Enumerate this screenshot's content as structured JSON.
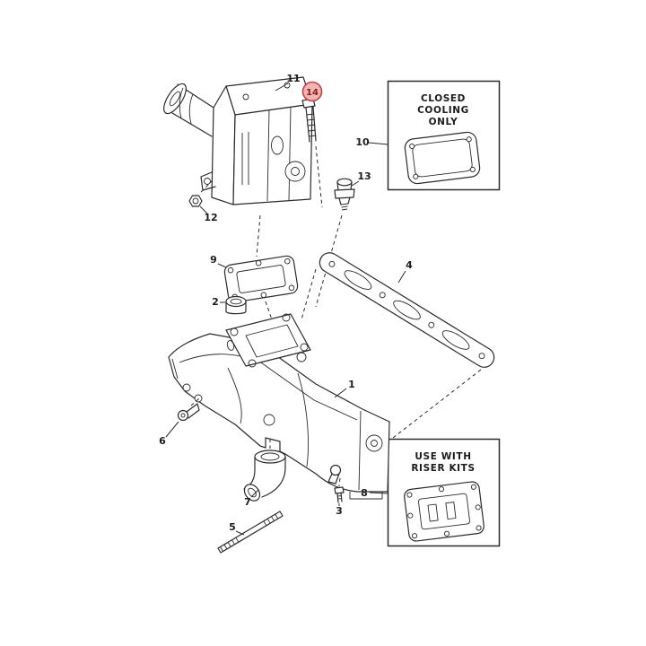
{
  "diagram": {
    "type": "exploded-parts-diagram",
    "background_color": "#ffffff",
    "line_color": "#2b2b2b",
    "highlight": {
      "fill": "#f3b4b4",
      "stroke": "#c24040",
      "text_color": "#8a1c1c"
    },
    "highlighted_callout": "14",
    "callouts": {
      "c1": "1",
      "c2": "2",
      "c3": "3",
      "c4": "4",
      "c5": "5",
      "c6": "6",
      "c7": "7",
      "c8": "8",
      "c9": "9",
      "c10": "10",
      "c11": "11",
      "c12": "12",
      "c13": "13",
      "c14": "14"
    },
    "notes": {
      "closed_cooling": [
        "CLOSED",
        "COOLING",
        "ONLY"
      ],
      "riser_kits": [
        "USE WITH",
        "RISER KITS"
      ]
    }
  }
}
